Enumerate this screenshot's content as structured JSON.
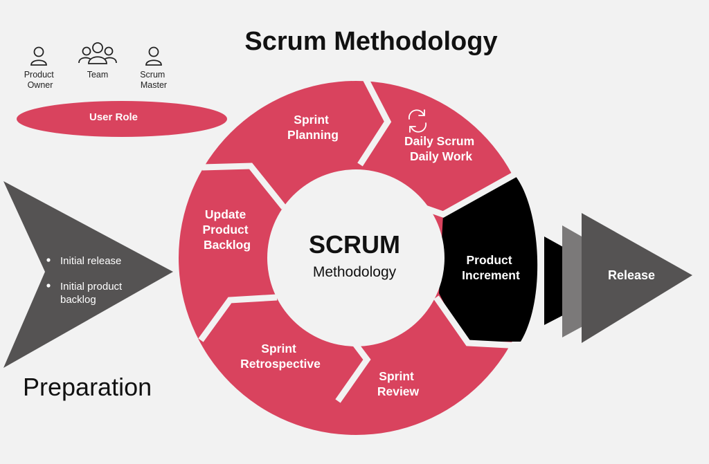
{
  "title": "Scrum Methodology",
  "colors": {
    "primary": "#d9435e",
    "increment": "#000000",
    "arrow_dark": "#555353",
    "arrow_mid": "#7b7979",
    "background": "#f2f2f2"
  },
  "roles": [
    {
      "name": "product-owner",
      "icon": "person-icon",
      "lines": [
        "Product",
        "Owner"
      ]
    },
    {
      "name": "team",
      "icon": "team-icon",
      "lines": [
        "Team"
      ]
    },
    {
      "name": "scrum-master",
      "icon": "person-icon",
      "lines": [
        "Scrum",
        "Master"
      ]
    }
  ],
  "user_role": "User Role",
  "cycle": {
    "center_title": "SCRUM",
    "center_subtitle": "Methodology",
    "segments": [
      {
        "name": "sprint-planning",
        "lines": [
          "Sprint",
          "Planning"
        ]
      },
      {
        "name": "daily-scrum",
        "icon": "refresh-icon",
        "lines": [
          "Daily Scrum",
          "Daily Work"
        ]
      },
      {
        "name": "product-increment",
        "lines": [
          "Product",
          "Increment"
        ]
      },
      {
        "name": "sprint-review",
        "lines": [
          "Sprint",
          "Review"
        ]
      },
      {
        "name": "sprint-retrospective",
        "lines": [
          "Sprint",
          "Retrospective"
        ]
      },
      {
        "name": "update-product-backlog",
        "lines": [
          "Update",
          "Product",
          "Backlog"
        ]
      }
    ]
  },
  "preparation": {
    "label": "Preparation",
    "items": [
      {
        "lines": [
          "Initial release"
        ]
      },
      {
        "lines": [
          "Initial product",
          "backlog"
        ]
      }
    ]
  },
  "release": {
    "label": "Release"
  }
}
